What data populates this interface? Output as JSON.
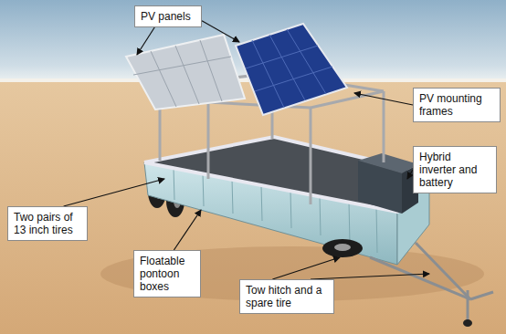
{
  "diagram": {
    "nodes": [
      {
        "text": [
          "PV panels"
        ]
      },
      {
        "text": [
          "PV mounting frames"
        ]
      },
      {
        "text": [
          "Hybrid inverter and battery"
        ]
      },
      {
        "text": [
          "Two pairs of 13 inch tires"
        ]
      },
      {
        "text": [
          "Floatable pontoon boxes"
        ]
      },
      {
        "text": [
          "Tow hitch and a spare tire"
        ]
      }
    ]
  }
}
